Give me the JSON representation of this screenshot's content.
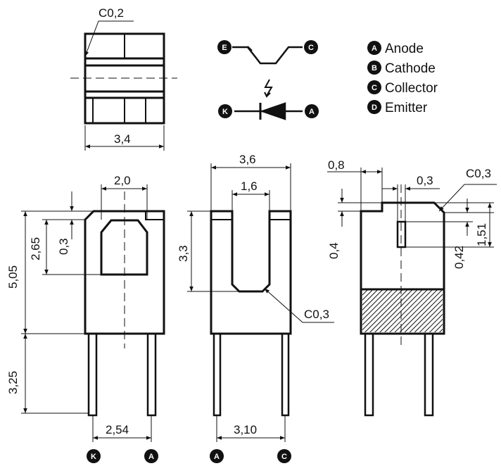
{
  "top_view": {
    "chamfer_label": "C0,2",
    "width_label": "3,4"
  },
  "front_view": {
    "window_width_label": "2,0",
    "height_label": "5,05",
    "window_height_label": "2,65",
    "step_label": "0,3",
    "lead_length_label": "3,25",
    "pitch_label": "2,54",
    "pin_left": "K",
    "pin_right": "A"
  },
  "side_view": {
    "width_label": "3,6",
    "slot_width_label": "1,6",
    "slot_depth_label": "3,3",
    "chamfer_label": "C0,3",
    "pitch_label": "3,10",
    "pin_left": "A",
    "pin_right": "C"
  },
  "back_view": {
    "offset_label": "0,8",
    "aperture_width_label": "0,3",
    "chamfer_label": "C0,3",
    "step_label": "0,4",
    "aperture_height_label": "0,42",
    "aperture_depth_label": "1,51"
  },
  "schematic": {
    "emitter_pin": "E",
    "collector_pin": "C",
    "cathode_pin": "K",
    "anode_pin": "A"
  },
  "legend": [
    {
      "letter": "A",
      "text": "Anode"
    },
    {
      "letter": "B",
      "text": "Cathode"
    },
    {
      "letter": "C",
      "text": "Collector"
    },
    {
      "letter": "D",
      "text": "Emitter"
    }
  ]
}
